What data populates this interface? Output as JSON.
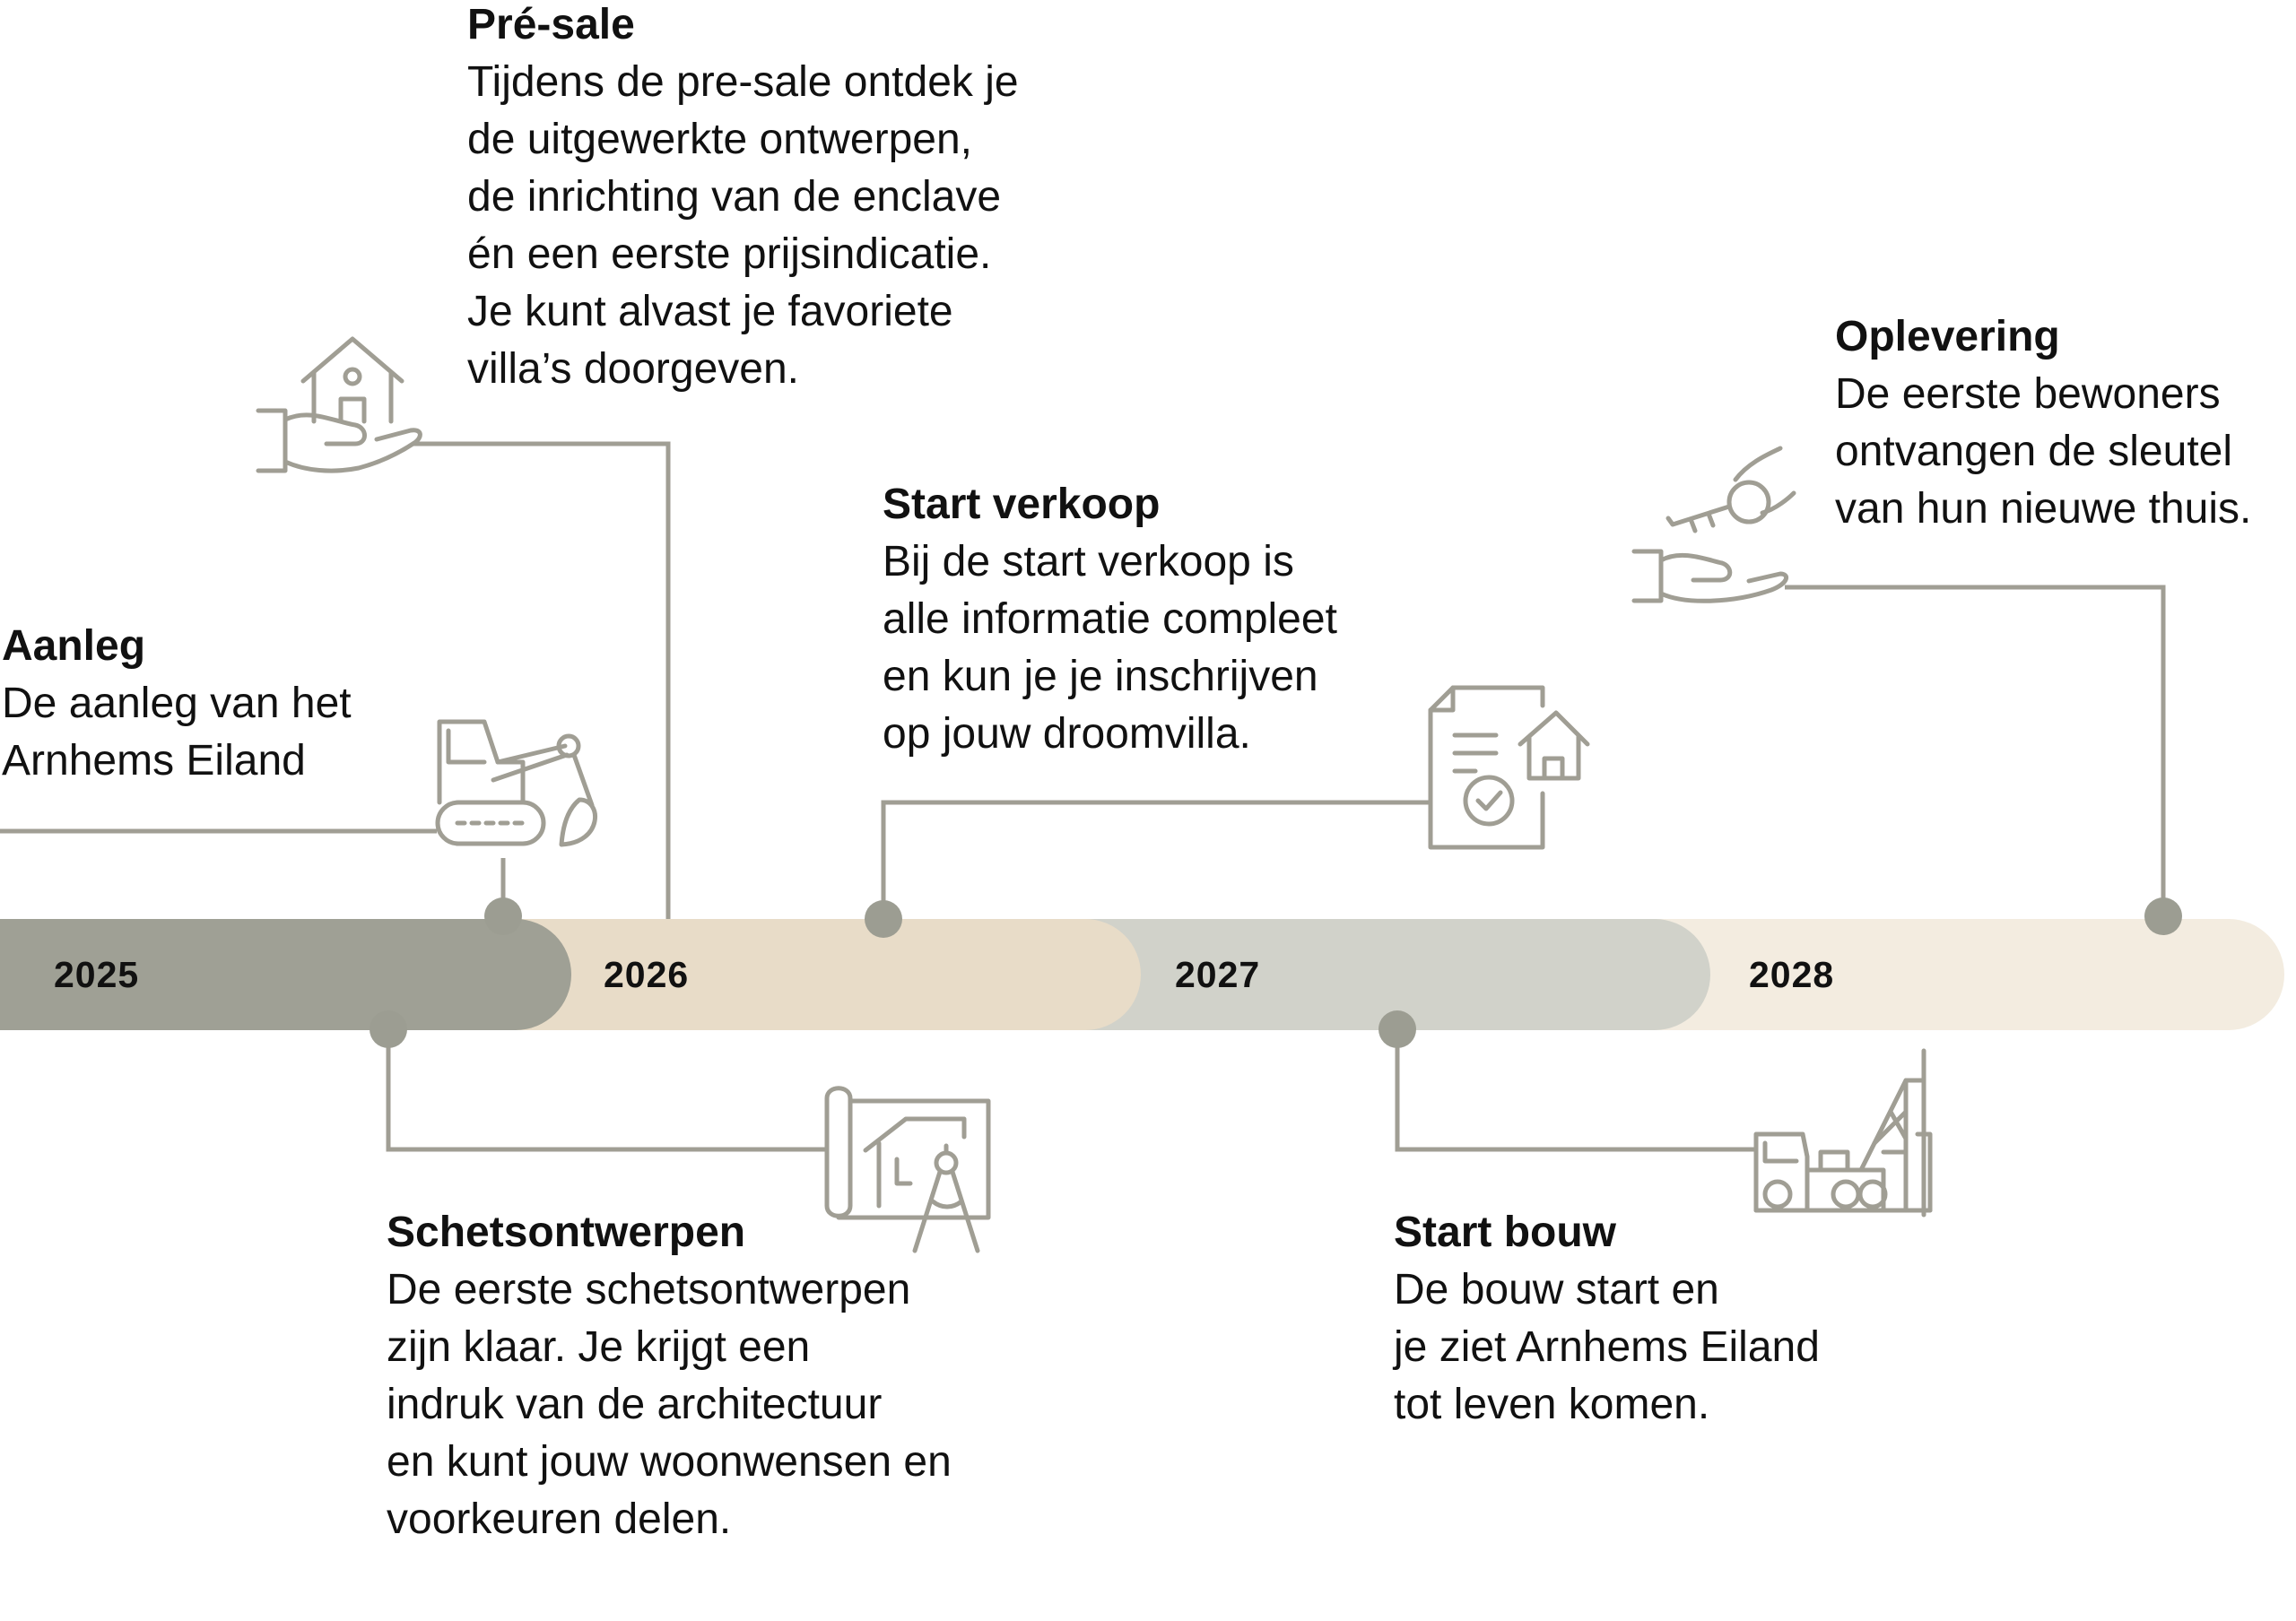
{
  "colors": {
    "band_2025": "#9fa095",
    "band_2026": "#e8dcc8",
    "band_2027": "#d1d2ca",
    "band_2028": "#f3ece0",
    "marker": "#9c9d92",
    "line": "#a09e94",
    "text": "#111111"
  },
  "years": [
    {
      "label": "2025"
    },
    {
      "label": "2026"
    },
    {
      "label": "2027"
    },
    {
      "label": "2028"
    }
  ],
  "milestones": [
    {
      "id": "aanleg",
      "icon": "excavator-icon",
      "title": "Aanleg",
      "lines": [
        "De aanleg van het",
        "Arnhems Eiland"
      ]
    },
    {
      "id": "pre-sale",
      "icon": "house-in-hand-icon",
      "title": "Pré-sale",
      "lines": [
        "Tijdens de pre-sale ontdek je",
        "de uitgewerkte ontwerpen,",
        "de inrichting van de enclave",
        "én een eerste prijsindicatie.",
        "Je kunt alvast je favoriete",
        "villa’s doorgeven."
      ]
    },
    {
      "id": "start-verkoop",
      "icon": "document-house-check-icon",
      "title": "Start verkoop",
      "lines": [
        "Bij de start verkoop is",
        "alle informatie compleet",
        "en kun je je inschrijven",
        "op jouw droomvilla."
      ]
    },
    {
      "id": "oplevering",
      "icon": "key-handover-icon",
      "title": "Oplevering",
      "lines": [
        "De eerste bewoners",
        "ontvangen de sleutel",
        "van hun nieuwe thuis."
      ]
    },
    {
      "id": "schetsontwerpen",
      "icon": "blueprint-compass-icon",
      "title": "Schetsontwerpen",
      "lines": [
        "De eerste schetsontwerpen",
        "zijn klaar. Je krijgt een",
        "indruk van de architectuur",
        "en kunt jouw woonwensen en",
        "voorkeuren delen."
      ]
    },
    {
      "id": "start-bouw",
      "icon": "drilling-truck-icon",
      "title": "Start bouw",
      "lines": [
        "De bouw start en",
        "je ziet Arnhems Eiland",
        "tot leven komen."
      ]
    }
  ]
}
